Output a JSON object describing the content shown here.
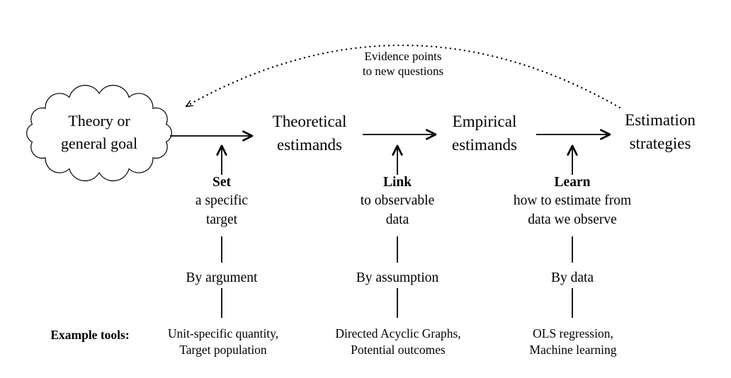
{
  "colors": {
    "ink": "#000000",
    "background": "#ffffff"
  },
  "feedback_loop": {
    "label": "Evidence points\nto new questions"
  },
  "nodes": [
    {
      "id": "theory",
      "shape": "cloud",
      "label": "Theory or\ngeneral goal"
    },
    {
      "id": "theoretical",
      "shape": "plain-text",
      "label": "Theoretical\nestimands"
    },
    {
      "id": "empirical",
      "shape": "plain-text",
      "label": "Empirical\nestimands"
    },
    {
      "id": "estimation",
      "shape": "plain-text",
      "label": "Estimation\nstrategies"
    }
  ],
  "steps": [
    {
      "verb": "Set",
      "detail": "a specific\ntarget",
      "method": "By argument",
      "tools": "Unit-specific quantity,\nTarget population"
    },
    {
      "verb": "Link",
      "detail": "to observable\ndata",
      "method": "By assumption",
      "tools": "Directed Acyclic Graphs,\nPotential outcomes"
    },
    {
      "verb": "Learn",
      "detail": "how to estimate from\ndata we observe",
      "method": "By data",
      "tools": "OLS regression,\nMachine learning"
    }
  ],
  "tools_row_label": "Example tools:"
}
